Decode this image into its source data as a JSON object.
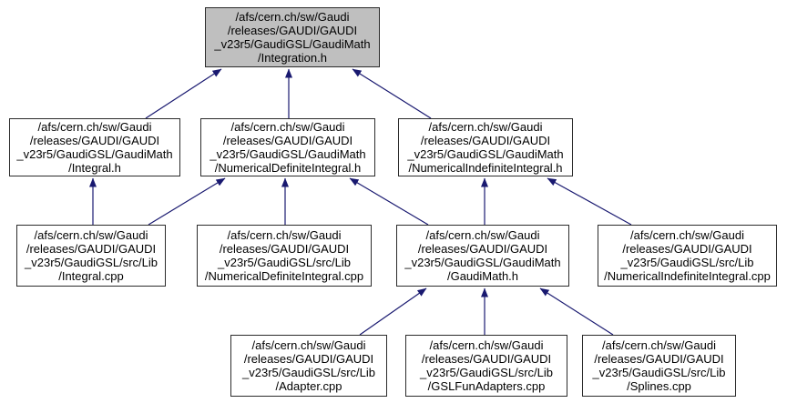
{
  "colors": {
    "edge": "#191970",
    "main_node_fill": "#bfbfbf",
    "node_fill": "#ffffff",
    "node_border": "#2b2b2b",
    "text": "#000000"
  },
  "nodes": [
    {
      "id": "integration_h",
      "lines": [
        "/afs/cern.ch/sw/Gaudi",
        "/releases/GAUDI/GAUDI",
        "_v23r5/GaudiGSL/GaudiMath",
        "/Integration.h"
      ]
    },
    {
      "id": "integral_h",
      "lines": [
        "/afs/cern.ch/sw/Gaudi",
        "/releases/GAUDI/GAUDI",
        "_v23r5/GaudiGSL/GaudiMath",
        "/Integral.h"
      ]
    },
    {
      "id": "numerical_definite_integral_h",
      "lines": [
        "/afs/cern.ch/sw/Gaudi",
        "/releases/GAUDI/GAUDI",
        "_v23r5/GaudiGSL/GaudiMath",
        "/NumericalDefiniteIntegral.h"
      ]
    },
    {
      "id": "numerical_indefinite_integral_h",
      "lines": [
        "/afs/cern.ch/sw/Gaudi",
        "/releases/GAUDI/GAUDI",
        "_v23r5/GaudiGSL/GaudiMath",
        "/NumericalIndefiniteIntegral.h"
      ]
    },
    {
      "id": "integral_cpp",
      "lines": [
        "/afs/cern.ch/sw/Gaudi",
        "/releases/GAUDI/GAUDI",
        "_v23r5/GaudiGSL/src/Lib",
        "/Integral.cpp"
      ]
    },
    {
      "id": "numerical_definite_integral_cpp",
      "lines": [
        "/afs/cern.ch/sw/Gaudi",
        "/releases/GAUDI/GAUDI",
        "_v23r5/GaudiGSL/src/Lib",
        "/NumericalDefiniteIntegral.cpp"
      ]
    },
    {
      "id": "gaudimath_h",
      "lines": [
        "/afs/cern.ch/sw/Gaudi",
        "/releases/GAUDI/GAUDI",
        "_v23r5/GaudiGSL/GaudiMath",
        "/GaudiMath.h"
      ]
    },
    {
      "id": "numerical_indefinite_integral_cpp",
      "lines": [
        "/afs/cern.ch/sw/Gaudi",
        "/releases/GAUDI/GAUDI",
        "_v23r5/GaudiGSL/src/Lib",
        "/NumericalIndefiniteIntegral.cpp"
      ]
    },
    {
      "id": "adapter_cpp",
      "lines": [
        "/afs/cern.ch/sw/Gaudi",
        "/releases/GAUDI/GAUDI",
        "_v23r5/GaudiGSL/src/Lib",
        "/Adapter.cpp"
      ]
    },
    {
      "id": "gslfunadapters_cpp",
      "lines": [
        "/afs/cern.ch/sw/Gaudi",
        "/releases/GAUDI/GAUDI",
        "_v23r5/GaudiGSL/src/Lib",
        "/GSLFunAdapters.cpp"
      ]
    },
    {
      "id": "splines_cpp",
      "lines": [
        "/afs/cern.ch/sw/Gaudi",
        "/releases/GAUDI/GAUDI",
        "_v23r5/GaudiGSL/src/Lib",
        "/Splines.cpp"
      ]
    }
  ],
  "edges": [
    {
      "from": "integral_h",
      "to": "integration_h"
    },
    {
      "from": "numerical_definite_integral_h",
      "to": "integration_h"
    },
    {
      "from": "numerical_indefinite_integral_h",
      "to": "integration_h"
    },
    {
      "from": "integral_cpp",
      "to": "integral_h"
    },
    {
      "from": "integral_cpp",
      "to": "numerical_definite_integral_h"
    },
    {
      "from": "numerical_definite_integral_cpp",
      "to": "numerical_definite_integral_h"
    },
    {
      "from": "gaudimath_h",
      "to": "numerical_definite_integral_h"
    },
    {
      "from": "gaudimath_h",
      "to": "numerical_indefinite_integral_h"
    },
    {
      "from": "numerical_indefinite_integral_cpp",
      "to": "numerical_indefinite_integral_h"
    },
    {
      "from": "adapter_cpp",
      "to": "gaudimath_h"
    },
    {
      "from": "gslfunadapters_cpp",
      "to": "gaudimath_h"
    },
    {
      "from": "splines_cpp",
      "to": "gaudimath_h"
    }
  ]
}
